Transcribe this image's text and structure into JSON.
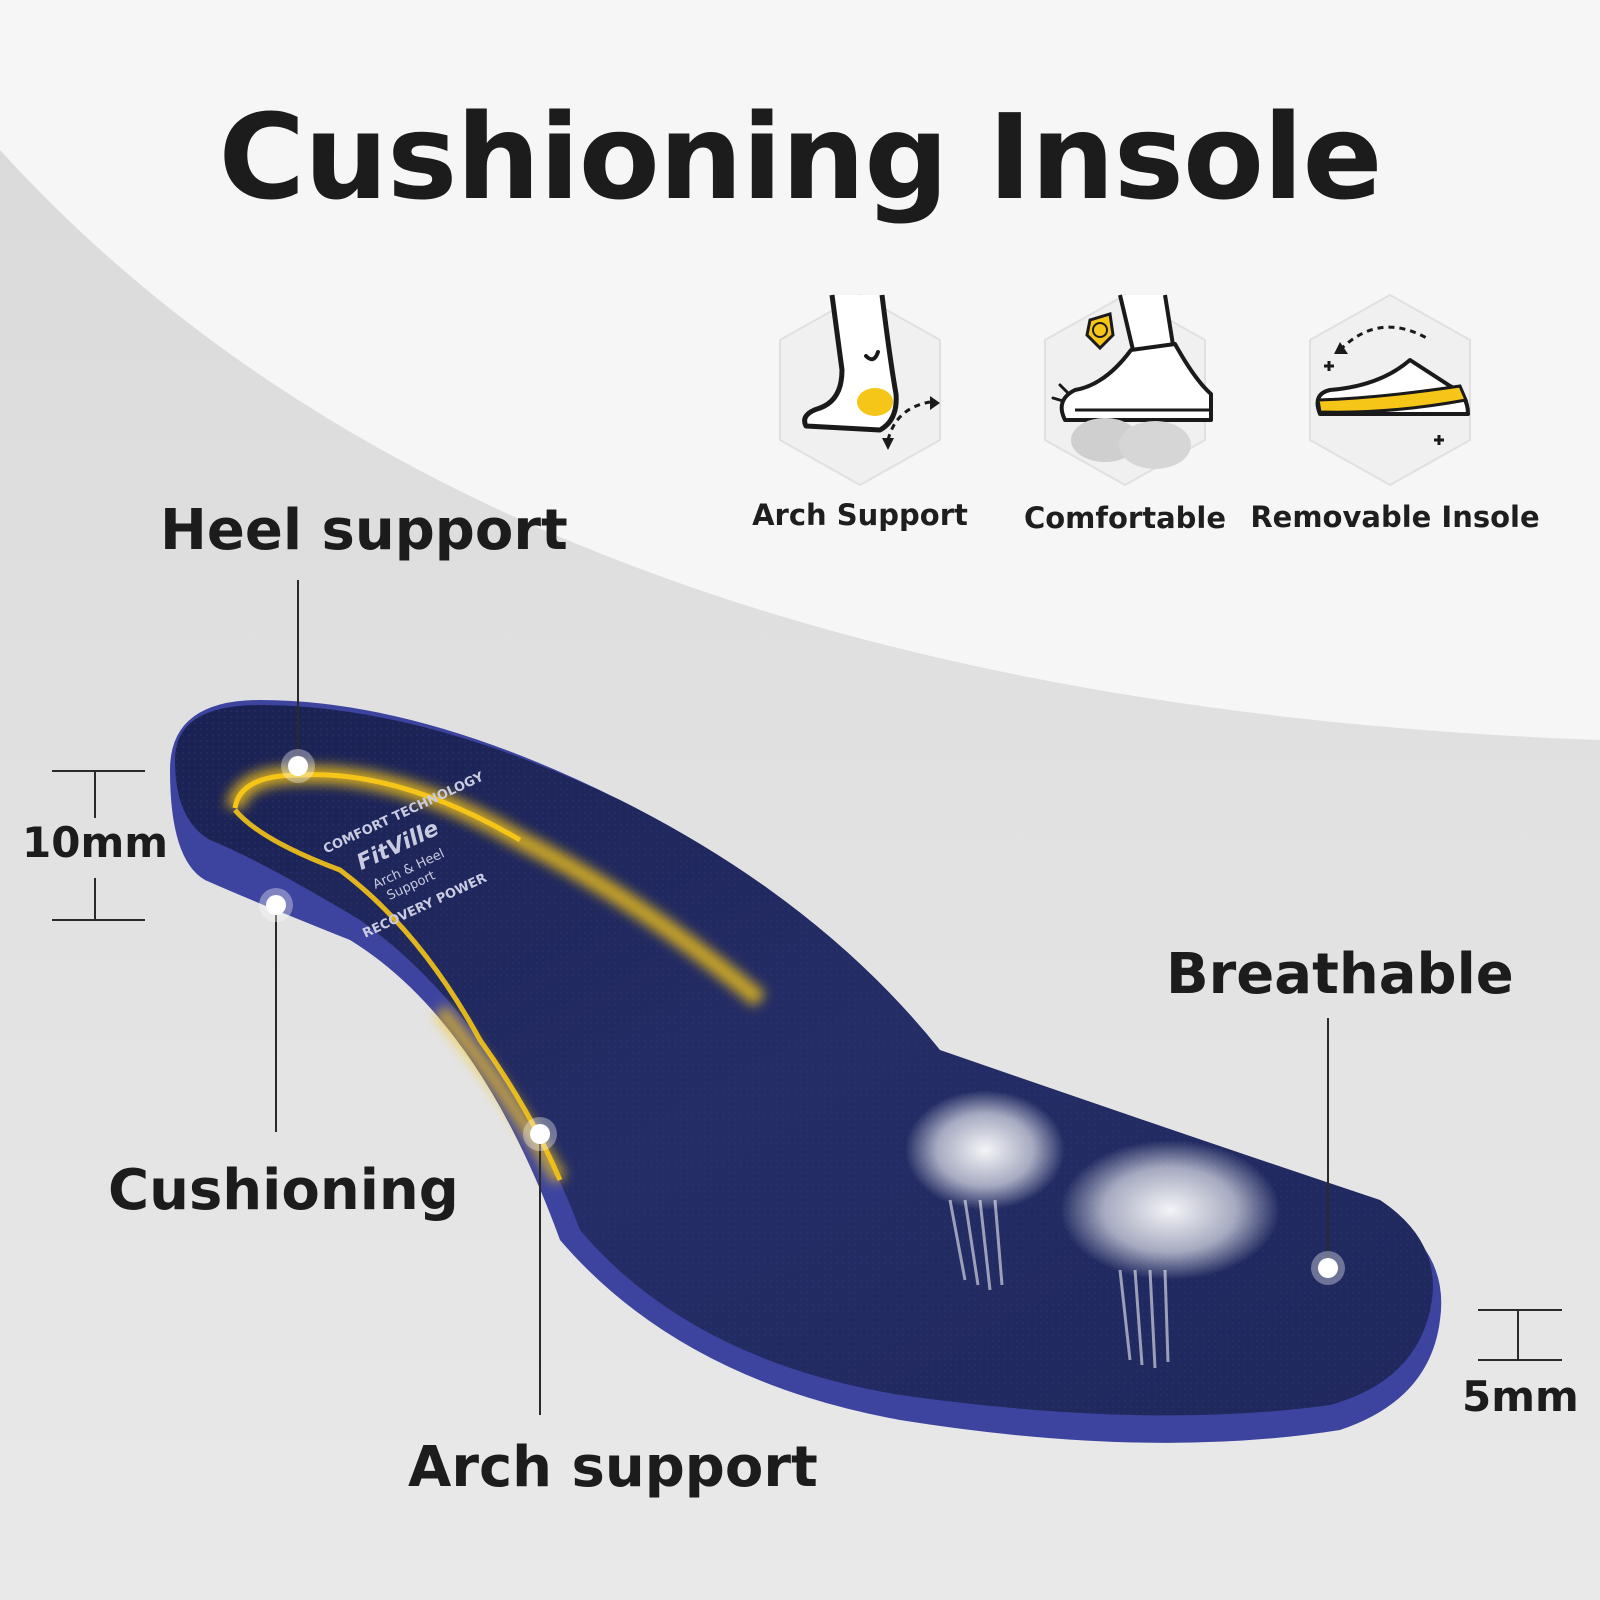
{
  "title": "Cushioning Insole",
  "features": [
    {
      "label": "Arch Support",
      "icon": "foot-arch-icon"
    },
    {
      "label": "Comfortable",
      "icon": "sneaker-cloud-icon"
    },
    {
      "label": "Removable Insole",
      "icon": "sneaker-insole-icon"
    }
  ],
  "callouts": {
    "heel": "Heel support",
    "cushioning": "Cushioning",
    "arch": "Arch support",
    "breathable": "Breathable"
  },
  "dimensions": {
    "heel_height": "10mm",
    "toe_height": "5mm"
  },
  "insole_print": {
    "line1": "COMFORT TECHNOLOGY",
    "brand": "FitVille",
    "line2": "Arch & Heel",
    "line3": "Support",
    "line4": "RECOVERY POWER"
  },
  "colors": {
    "insole_top": "#1d2659",
    "insole_side": "#3d44a0",
    "highlight": "#f5c518",
    "background": "#e4e4e4"
  }
}
